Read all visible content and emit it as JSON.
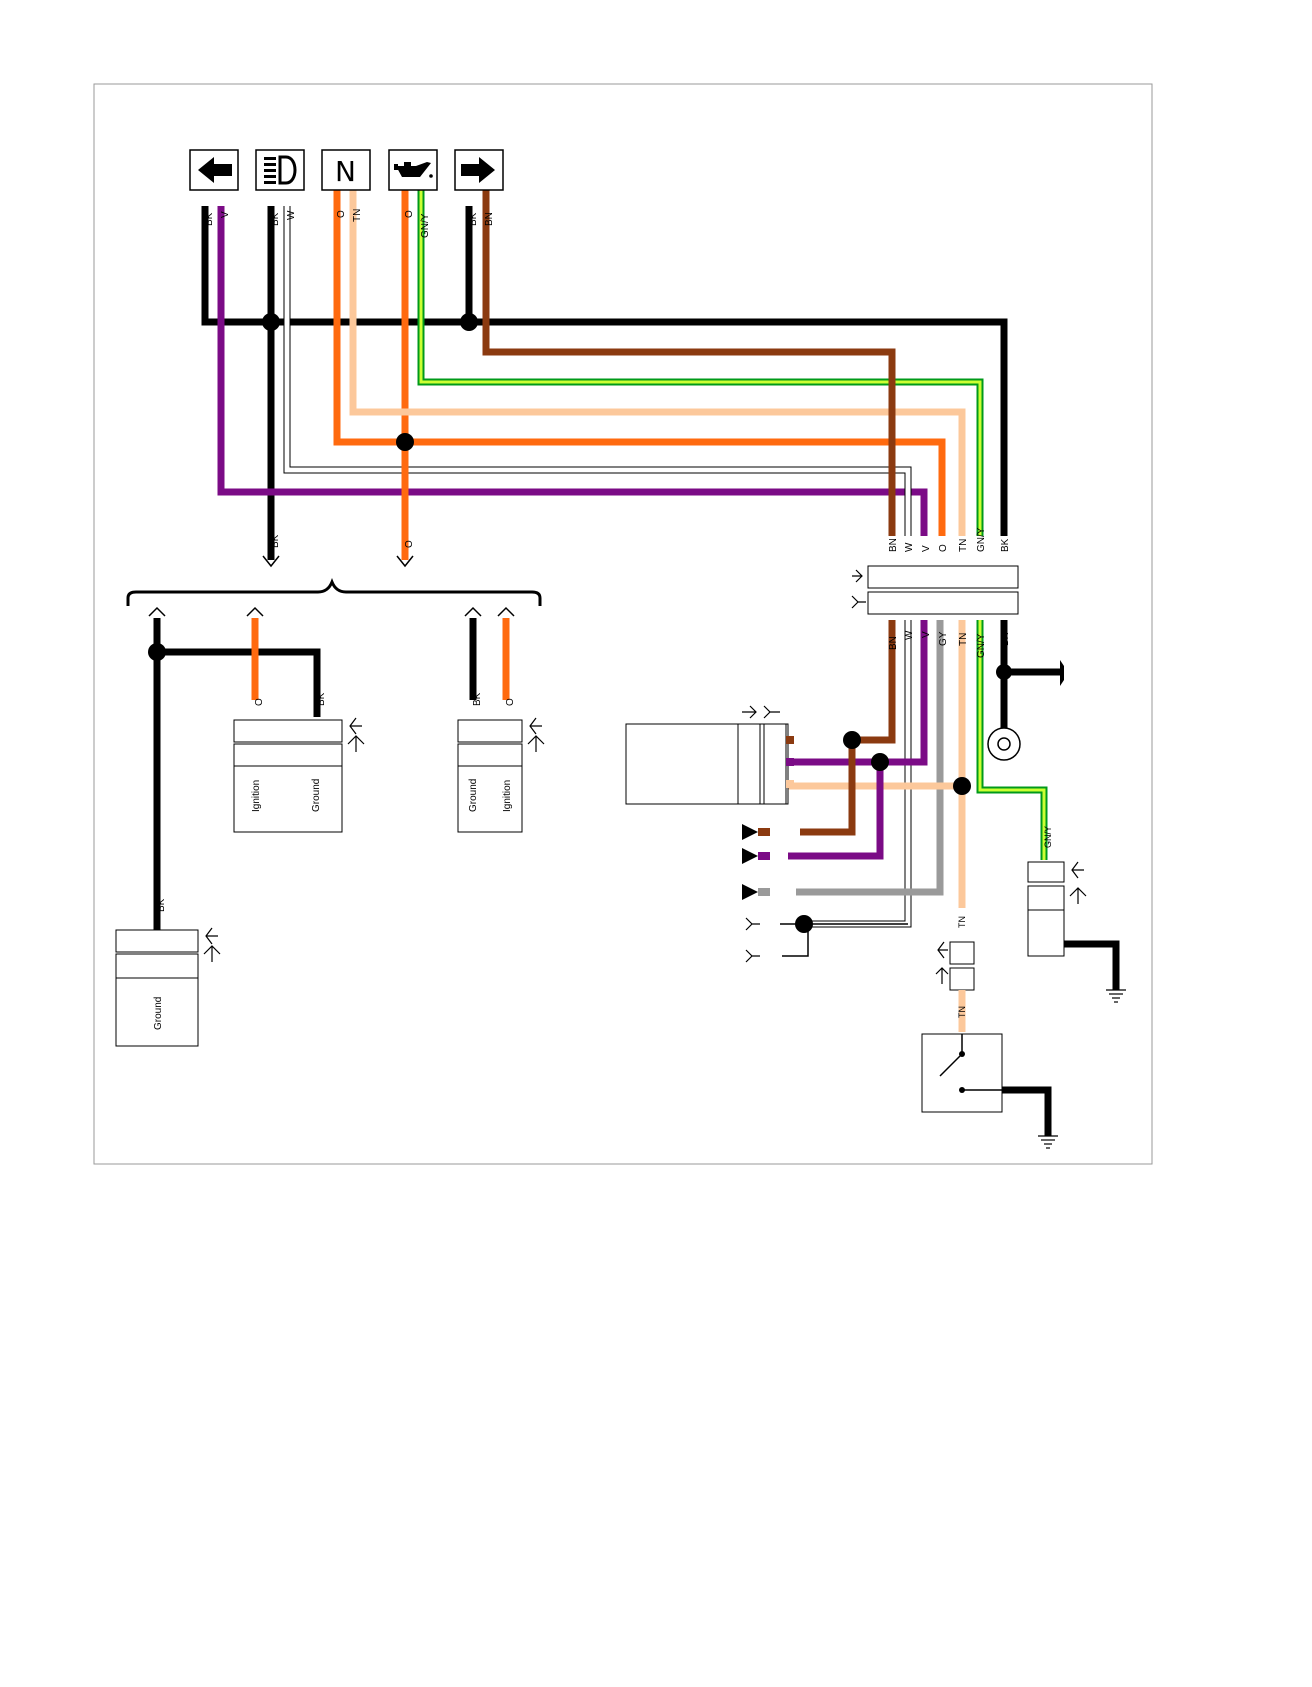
{
  "indicators": [
    {
      "id": "left-turn",
      "icon": "arrow-left-icon",
      "wires": [
        "BK",
        "V"
      ]
    },
    {
      "id": "high-beam",
      "icon": "headlamp-icon",
      "wires": [
        "BK",
        "W"
      ]
    },
    {
      "id": "neutral",
      "icon": "neutral-icon",
      "glyph": "N",
      "wires": [
        "O",
        "TN"
      ]
    },
    {
      "id": "oil-pressure",
      "icon": "oil-can-icon",
      "wires": [
        "O",
        "GN/Y"
      ]
    },
    {
      "id": "right-turn",
      "icon": "arrow-right-icon",
      "wires": [
        "BK",
        "BN"
      ]
    }
  ],
  "wire_colors": {
    "BK": "#000000",
    "V": "#7b0b86",
    "W": "#ffffff",
    "O": "#ff6a0f",
    "TN": "#fcc89b",
    "GN/Y_green": "#009a1a",
    "GN/Y_yellow": "#ccff33",
    "BN": "#8b3a10",
    "GY": "#9a9a9a"
  },
  "harness_drops": {
    "left": "BK",
    "right": "O"
  },
  "main_connector": {
    "top_wires": [
      "BN",
      "W",
      "V",
      "O",
      "TN",
      "GN/Y",
      "BK"
    ],
    "bottom_wires": [
      "BN",
      "W",
      "V",
      "GY",
      "TN",
      "GN/Y",
      "BK"
    ]
  },
  "modules": {
    "module_a": {
      "wires": [
        "O",
        "BK"
      ],
      "pins": [
        "Ignition",
        "Ground"
      ]
    },
    "module_b": {
      "wires": [
        "BK",
        "O"
      ],
      "pins": [
        "Ground",
        "Ignition"
      ]
    },
    "module_c": {
      "wire": "BK",
      "pin": "Ground"
    }
  },
  "lower_labels": {
    "gny_drop": "GN/Y",
    "tn_upper": "TN",
    "tn_lower": "TN"
  }
}
